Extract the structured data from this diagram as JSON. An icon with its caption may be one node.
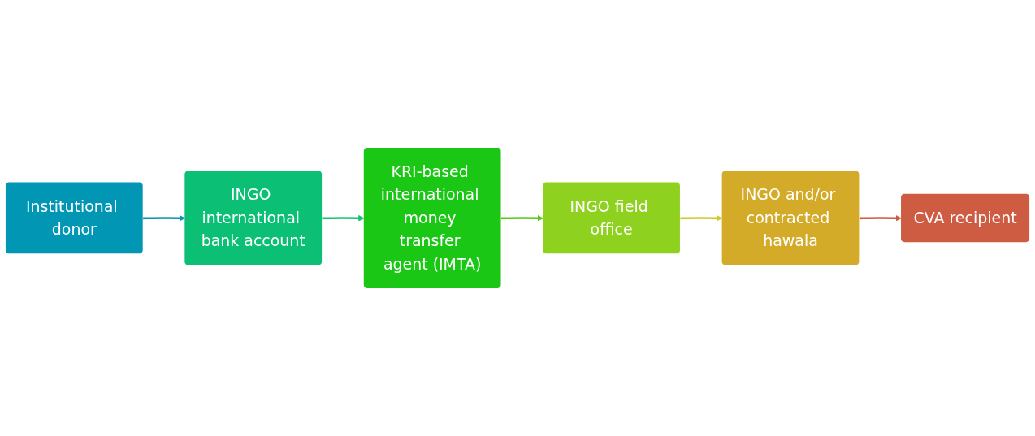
{
  "diagram": {
    "nodes": [
      {
        "text": [
          "Institutional donor"
        ]
      },
      {
        "text": [
          "INGO international bank account"
        ]
      },
      {
        "text": [
          "KRI-based international money transfer agent (IMTA)"
        ]
      },
      {
        "text": [
          "INGO field office"
        ]
      },
      {
        "text": [
          "INGO and/or contracted hawala"
        ]
      },
      {
        "text": [
          "CVA recipient"
        ]
      }
    ],
    "edges": [
      {
        "from": 0,
        "to": 1,
        "arrow": "to",
        "color": "#0a93b1"
      },
      {
        "from": 1,
        "to": 2,
        "arrow": "to",
        "color": "#17c373"
      },
      {
        "from": 2,
        "to": 3,
        "arrow": "to",
        "color": "#52cb1a"
      },
      {
        "from": 3,
        "to": 4,
        "arrow": "to",
        "color": "#d2c726"
      },
      {
        "from": 4,
        "to": 5,
        "arrow": "to",
        "color": "#cf5a3d"
      }
    ]
  }
}
